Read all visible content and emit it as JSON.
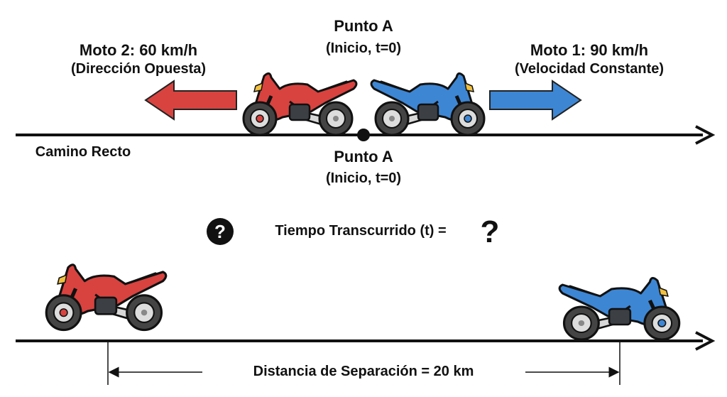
{
  "top": {
    "point_label": "Punto A",
    "point_sub": "(Inicio, t=0)",
    "moto2_label": "Moto 2:  60 km/h",
    "moto2_sub": "(Dirección Opuesta)",
    "moto1_label": "Moto 1: 90 km/h",
    "moto1_sub": "(Velocidad Constante)",
    "road_label": "Camino Recto",
    "point_label_below": "Punto A",
    "point_sub_below": "(Inicio, t=0)"
  },
  "question": {
    "icon_text": "?",
    "text": "Tiempo Transcurrido (t) =",
    "unknown": "?"
  },
  "bottom": {
    "distance_label": "Distancia de Separación = 20 km"
  },
  "colors": {
    "red": "#d8433f",
    "blue": "#3d86d4"
  }
}
